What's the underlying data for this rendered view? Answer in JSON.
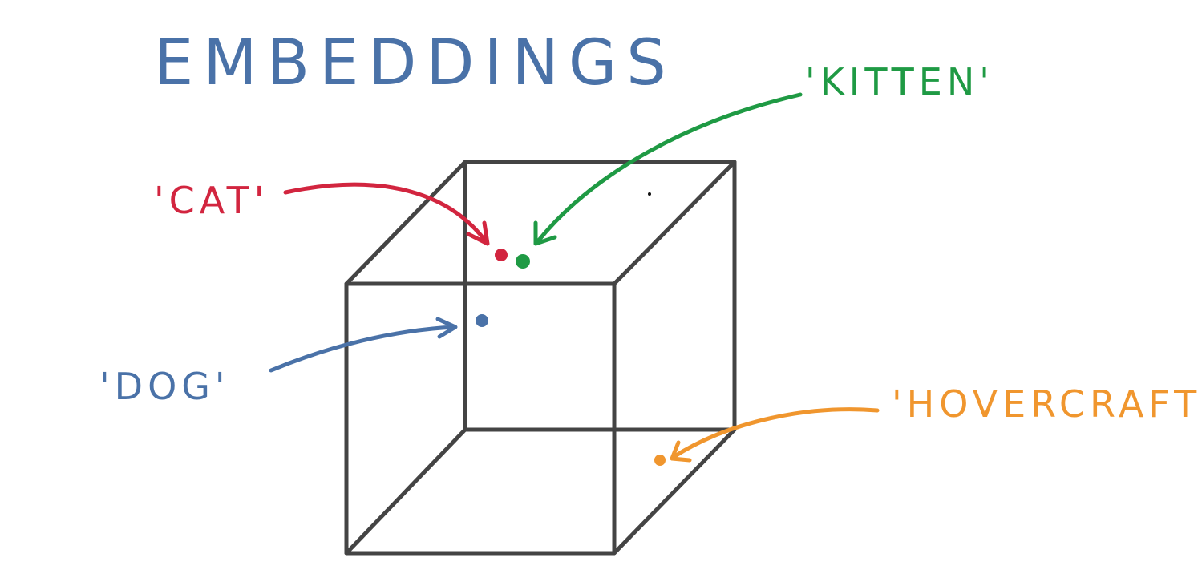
{
  "title": "EMBEDDINGS",
  "words": [
    {
      "id": "cat",
      "label": "'CAT'",
      "color": "#d2253f"
    },
    {
      "id": "kitten",
      "label": "'KITTEN'",
      "color": "#1f9a44"
    },
    {
      "id": "dog",
      "label": "'DOG'",
      "color": "#4a72a8"
    },
    {
      "id": "hovercraft",
      "label": "'HOVERCRAFT'",
      "color": "#f0962e"
    }
  ],
  "colors": {
    "title": "#4a72a8",
    "cube": "#444444",
    "background": "#ffffff"
  }
}
